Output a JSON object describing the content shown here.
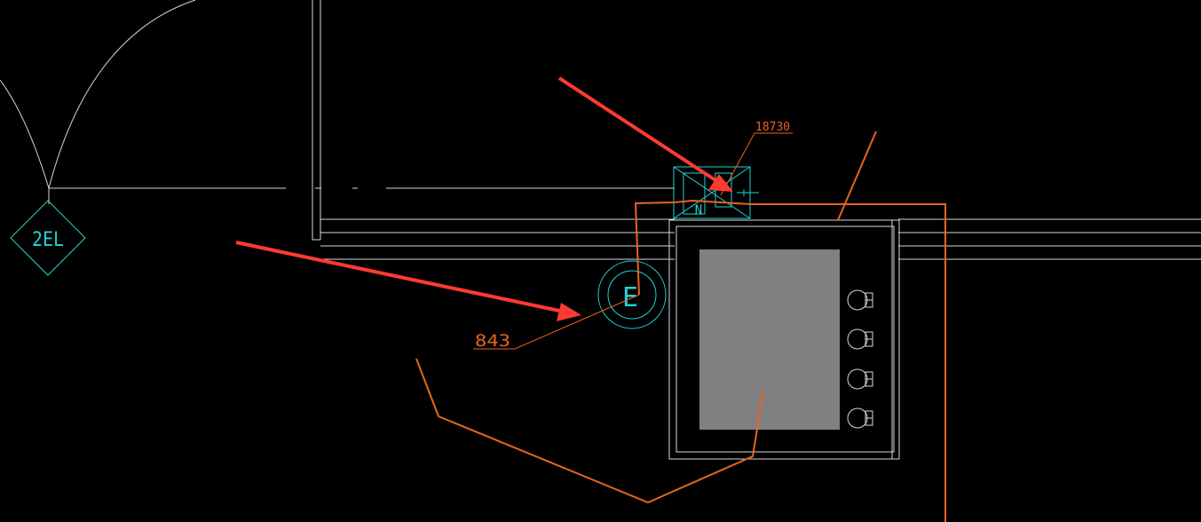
{
  "drawing": {
    "background": "#000000",
    "colors": {
      "wall": "#d8d8d8",
      "symbol": "#22d3d3",
      "wire": "#e8641e",
      "annotation_arrow": "#ff3b30",
      "panel_fill": "#808080"
    },
    "labels": {
      "electrical_tag": "2EL",
      "outlet_letter": "E",
      "leader_upper": "18730",
      "leader_lower": "843",
      "switch_letter": "N"
    },
    "icons": [
      "door-swing-arc-icon",
      "diamond-tag-icon",
      "outlet-circle-icon",
      "switch-box-icon",
      "burner-knob-icon"
    ]
  }
}
